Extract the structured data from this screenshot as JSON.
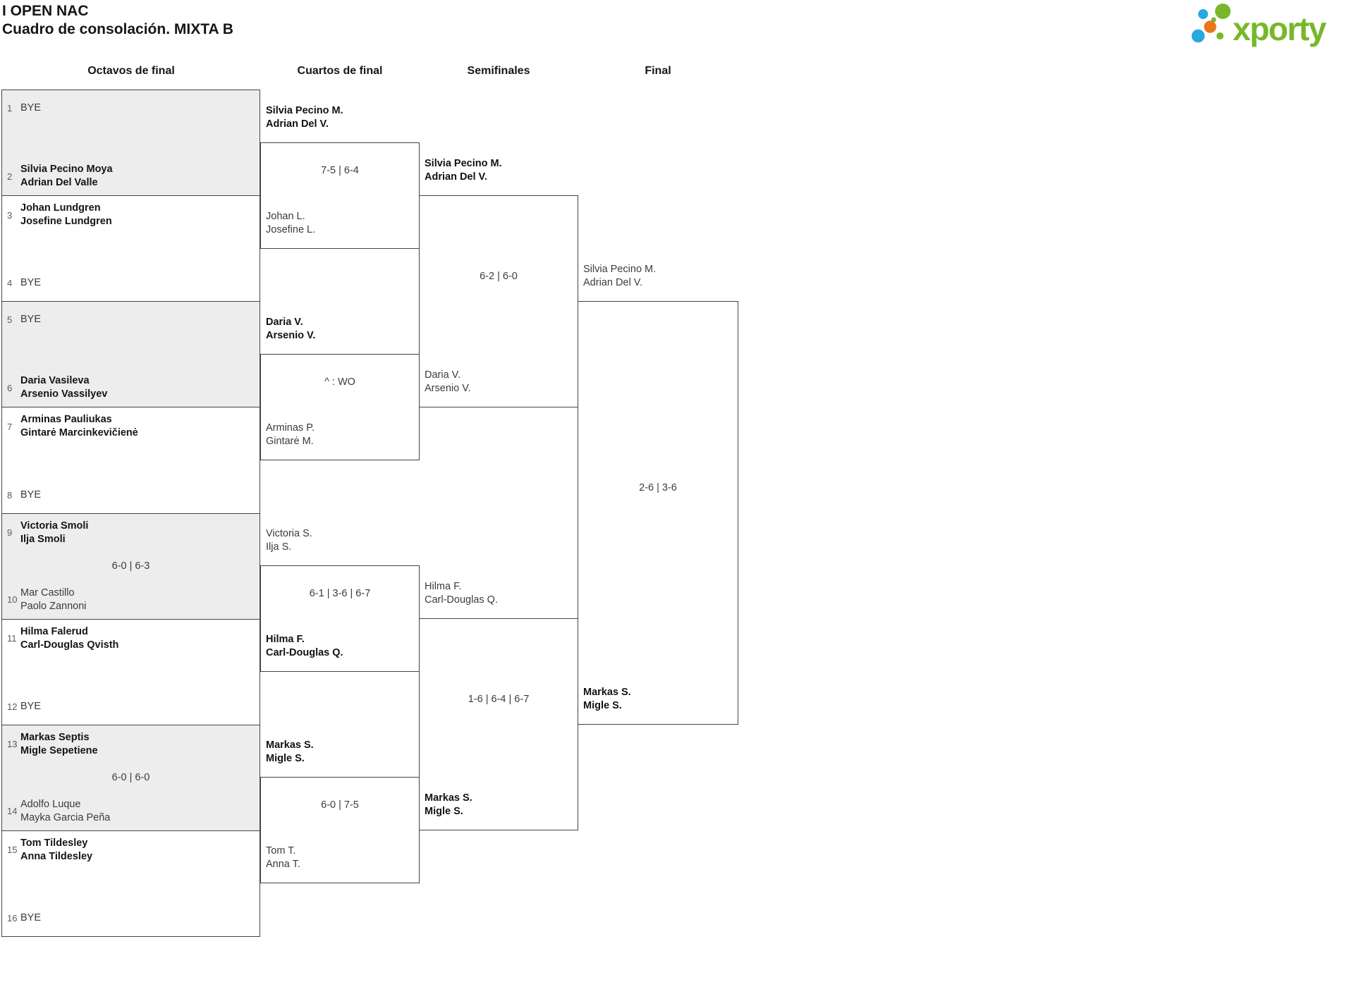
{
  "title": {
    "line1": "I OPEN NAC",
    "line2": "Cuadro de consolación. MIXTA B"
  },
  "logo": {
    "brand": "xporty",
    "green": "#76b82a",
    "blue": "#29a8e0",
    "orange": "#e8761a"
  },
  "headers": {
    "r16": "Octavos de final",
    "qf": "Cuartos de final",
    "sf": "Semifinales",
    "f": "Final"
  },
  "r16": [
    {
      "top": {
        "seed": "1",
        "name1": "BYE",
        "bold": false
      },
      "bottom": {
        "seed": "2",
        "name1": "Silvia Pecino Moya",
        "name2": "Adrian Del Valle",
        "bold": true
      },
      "score": ""
    },
    {
      "top": {
        "seed": "3",
        "name1": "Johan Lundgren",
        "name2": "Josefine Lundgren",
        "bold": true
      },
      "bottom": {
        "seed": "4",
        "name1": "BYE",
        "bold": false
      },
      "score": ""
    },
    {
      "top": {
        "seed": "5",
        "name1": "BYE",
        "bold": false
      },
      "bottom": {
        "seed": "6",
        "name1": "Daria Vasileva",
        "name2": "Arsenio Vassilyev",
        "bold": true
      },
      "score": ""
    },
    {
      "top": {
        "seed": "7",
        "name1": "Arminas Pauliukas",
        "name2": "Gintarė Marcinkevičienė",
        "bold": true
      },
      "bottom": {
        "seed": "8",
        "name1": "BYE",
        "bold": false
      },
      "score": ""
    },
    {
      "top": {
        "seed": "9",
        "name1": "Victoria Smoli",
        "name2": "Ilja Smoli",
        "bold": true
      },
      "bottom": {
        "seed": "10",
        "name1": "Mar Castillo",
        "name2": "Paolo Zannoni",
        "bold": false
      },
      "score": "6-0 | 6-3"
    },
    {
      "top": {
        "seed": "11",
        "name1": "Hilma Falerud",
        "name2": "Carl-Douglas Qvisth",
        "bold": true
      },
      "bottom": {
        "seed": "12",
        "name1": "BYE",
        "bold": false
      },
      "score": ""
    },
    {
      "top": {
        "seed": "13",
        "name1": "Markas Septis",
        "name2": "Migle Sepetiene",
        "bold": true
      },
      "bottom": {
        "seed": "14",
        "name1": "Adolfo Luque",
        "name2": "Mayka Garcia Peña",
        "bold": false
      },
      "score": "6-0 | 6-0"
    },
    {
      "top": {
        "seed": "15",
        "name1": "Tom Tildesley",
        "name2": "Anna Tildesley",
        "bold": true
      },
      "bottom": {
        "seed": "16",
        "name1": "BYE",
        "bold": false
      },
      "score": ""
    }
  ],
  "qf": [
    {
      "top": {
        "name1": "Silvia Pecino M.",
        "name2": "Adrian Del V.",
        "bold": true
      },
      "bottom": {
        "name1": "Johan L.",
        "name2": "Josefine L.",
        "bold": false
      },
      "score": "7-5 | 6-4"
    },
    {
      "top": {
        "name1": "Daria V.",
        "name2": "Arsenio V.",
        "bold": true
      },
      "bottom": {
        "name1": "Arminas P.",
        "name2": "Gintarė M.",
        "bold": false
      },
      "score": "^ : WO"
    },
    {
      "top": {
        "name1": "Victoria S.",
        "name2": "Ilja S.",
        "bold": false
      },
      "bottom": {
        "name1": "Hilma F.",
        "name2": "Carl-Douglas Q.",
        "bold": true
      },
      "score": "6-1 | 3-6 | 6-7"
    },
    {
      "top": {
        "name1": "Markas S.",
        "name2": "Migle S.",
        "bold": true
      },
      "bottom": {
        "name1": "Tom T.",
        "name2": "Anna T.",
        "bold": false
      },
      "score": "6-0 | 7-5"
    }
  ],
  "sf": [
    {
      "top": {
        "name1": "Silvia Pecino M.",
        "name2": "Adrian Del V.",
        "bold": true
      },
      "bottom": {
        "name1": "Daria V.",
        "name2": "Arsenio V.",
        "bold": false
      },
      "score": "6-2 | 6-0"
    },
    {
      "top": {
        "name1": "Hilma F.",
        "name2": "Carl-Douglas Q.",
        "bold": false
      },
      "bottom": {
        "name1": "Markas S.",
        "name2": "Migle S.",
        "bold": true
      },
      "score": "1-6 | 6-4 | 6-7"
    }
  ],
  "final": {
    "top": {
      "name1": "Silvia Pecino M.",
      "name2": "Adrian Del V.",
      "bold": false
    },
    "bottom": {
      "name1": "Markas S.",
      "name2": "Migle S.",
      "bold": true
    },
    "score": "2-6 | 3-6"
  }
}
